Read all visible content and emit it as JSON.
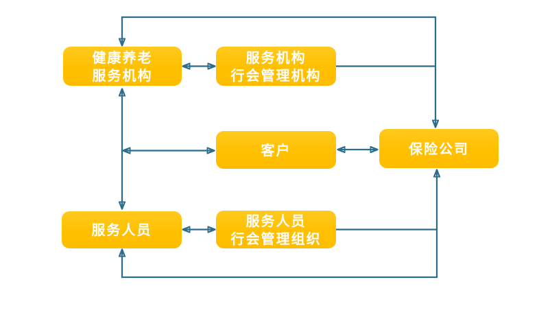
{
  "diagram": {
    "nodes": {
      "health_elder_org": {
        "line1": "健康养老",
        "line2": "服务机构"
      },
      "service_org_guild": {
        "line1": "服务机构",
        "line2": "行会管理机构"
      },
      "customer": {
        "line1": "客户"
      },
      "insurance_company": {
        "line1": "保险公司"
      },
      "service_staff": {
        "line1": "服务人员"
      },
      "service_staff_guild": {
        "line1": "服务人员",
        "line2": "行会管理组织"
      }
    },
    "connections": [
      {
        "from": "health_elder_org",
        "to": "service_org_guild",
        "arrows": "both",
        "route": "direct"
      },
      {
        "from": "health_elder_org",
        "to": "insurance_company",
        "arrows": "both",
        "route": "over-top"
      },
      {
        "from": "service_org_guild",
        "to": "insurance_company",
        "arrows": "none",
        "route": "joins-top-riser"
      },
      {
        "from": "health_elder_org",
        "to": "service_staff",
        "arrows": "both",
        "route": "left-vertical-axis"
      },
      {
        "from": "left_vertical_axis",
        "to": "customer",
        "arrows": "both",
        "route": "direct"
      },
      {
        "from": "customer",
        "to": "insurance_company",
        "arrows": "both",
        "route": "direct"
      },
      {
        "from": "service_staff",
        "to": "service_staff_guild",
        "arrows": "both",
        "route": "direct"
      },
      {
        "from": "service_staff",
        "to": "insurance_company",
        "arrows": "both",
        "route": "under-bottom"
      },
      {
        "from": "service_staff_guild",
        "to": "insurance_company",
        "arrows": "none",
        "route": "joins-bottom-riser"
      }
    ],
    "colors": {
      "node_fill": "#FFC000",
      "node_fill_top": "#FFC91E",
      "node_text": "#FFFFFF",
      "connector": "#2C6C8C",
      "background": "#FFFFFF"
    }
  }
}
